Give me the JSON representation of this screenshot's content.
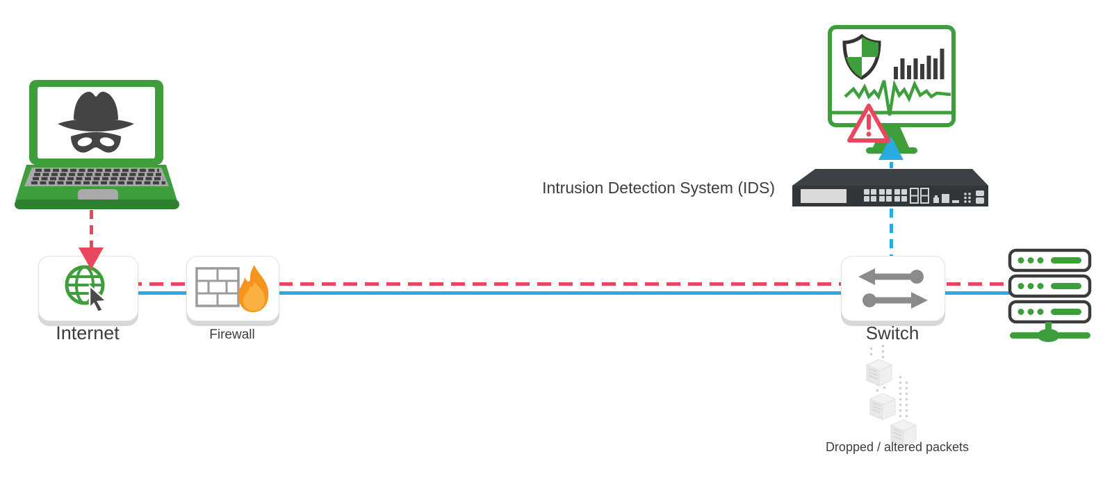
{
  "nodes": {
    "attacker": {
      "icon": "hacker-laptop-icon"
    },
    "internet": {
      "label": "Internet",
      "icon": "globe-cursor-icon"
    },
    "firewall": {
      "label": "Firewall",
      "icon": "brick-wall-flame-icon"
    },
    "switch": {
      "label": "Switch",
      "icon": "switch-arrows-icon"
    },
    "ids": {
      "label": "Intrusion Detection System (IDS)",
      "icon": "ids-monitor-icon",
      "appliance_icon": "ids-appliance-icon",
      "alert_icon": "alert-triangle-icon"
    },
    "servers": {
      "icon": "server-stack-icon"
    },
    "dropped_packets": {
      "label": "Dropped / altered packets",
      "icon": "packet-icon"
    }
  },
  "connections": [
    {
      "from": "attacker",
      "to": "internet",
      "style": "dashed",
      "color_key": "red",
      "arrow": "down"
    },
    {
      "from": "internet",
      "to": "firewall",
      "style": "dashed",
      "color_key": "red"
    },
    {
      "from": "internet",
      "to": "firewall",
      "style": "solid",
      "color_key": "blue"
    },
    {
      "from": "firewall",
      "to": "switch",
      "style": "dashed",
      "color_key": "red"
    },
    {
      "from": "firewall",
      "to": "switch",
      "style": "solid",
      "color_key": "blue"
    },
    {
      "from": "switch",
      "to": "servers",
      "style": "dashed",
      "color_key": "red"
    },
    {
      "from": "switch",
      "to": "servers",
      "style": "solid",
      "color_key": "blue"
    },
    {
      "from": "switch",
      "to": "ids",
      "style": "dashed",
      "color_key": "blue",
      "arrow": "up"
    },
    {
      "from": "switch",
      "to": "dropped_packets",
      "style": "dotted",
      "color_key": "gray"
    }
  ],
  "colors": {
    "green": "#3f9e3c",
    "green_dark": "#2f8132",
    "red": "#e8475f",
    "blue": "#29abe2",
    "orange": "#f7941e",
    "orange_light": "#fbb042",
    "dark": "#31363b",
    "dark_top": "#3c4146",
    "gray": "#8b8b8b",
    "icon_dark": "#444444",
    "light": "#d9d9d9",
    "shadow": "#d8d8d8",
    "text": "#3d3d3d"
  }
}
